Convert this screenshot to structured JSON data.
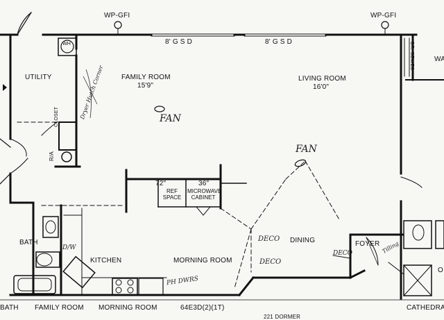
{
  "rooms": {
    "utility": "UTILITY",
    "family_room": "FAMILY ROOM",
    "family_room_dim": "15'9\"",
    "living_room": "LIVING ROOM",
    "living_room_dim": "16'0\"",
    "bath": "BATH",
    "kitchen": "KITCHEN",
    "morning_room": "MORNING ROOM",
    "dining": "DINING",
    "foyer": "FOYER",
    "closet": "CLOSET",
    "wh": "WH",
    "ra": "R/A",
    "ref_space": "REF SPACE",
    "microwave_cabinet": "MICROWAVE CABINET",
    "wa_partial": "WA",
    "o_partial": "O",
    "dr_partial": "DR. SEWES"
  },
  "labels": {
    "wp_gfi_left": "WP-GFI",
    "wp_gfi_right": "WP-GFI",
    "gsd_left": "8' G S D",
    "gsd_right": "8' G S D",
    "dim_72": "72\"",
    "dim_36": "36\"",
    "model": "64E3D(2)(1T)"
  },
  "handwritten": {
    "fan_1": "FAN",
    "fan_2": "FAN",
    "deco_1": "DECO",
    "deco_2": "DECO",
    "deco_3": "DECO",
    "dw": "D/W",
    "ph_drawer": "PH DWRS",
    "foyer_note": "Tilling",
    "utility_note": "Dryer Hutch Corner"
  },
  "bottom_bar": {
    "bath": "BATH",
    "family_room": "FAMILY ROOM",
    "morning_room": "MORNING ROOM",
    "model": "64E3D(2)(1T)",
    "cathedral": "CATHEDRA",
    "partial": "221 DORMER"
  },
  "colors": {
    "paper": "#f7f7f4",
    "ink": "#111111"
  }
}
